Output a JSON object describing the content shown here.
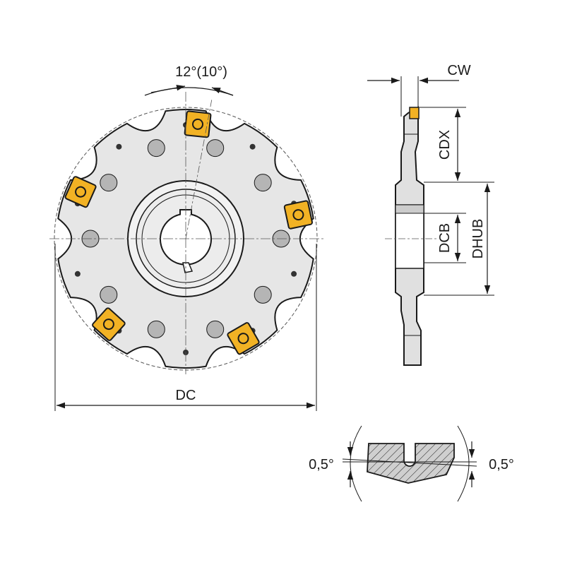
{
  "labels": {
    "angle_top": "12°(10°)",
    "cw": "CW",
    "cdx": "CDX",
    "dcb": "DCB",
    "dhub": "DHUB",
    "dc": "DC",
    "angle_left": "0,5°",
    "angle_right": "0,5°"
  },
  "colors": {
    "body": "#e6e6e6",
    "hub": "#f2f2f2",
    "insert": "#f2b224",
    "outline": "#1a1a1a",
    "pocket": "#b5b5b5"
  }
}
